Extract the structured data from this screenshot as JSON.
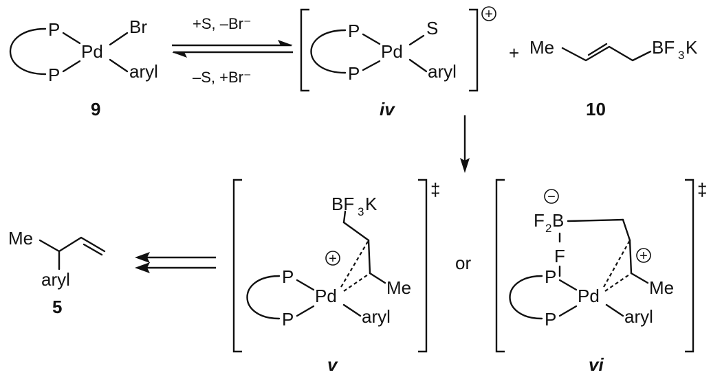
{
  "scheme": {
    "atoms": {
      "P": "P",
      "Pd": "Pd",
      "Br": "Br",
      "S": "S",
      "aryl": "aryl",
      "Me": "Me",
      "B": "B",
      "F": "F",
      "F2": "F",
      "two": "2",
      "three": "3",
      "K": "K",
      "BF": "BF"
    },
    "conditions": {
      "forward": "+S, –Br⁻",
      "reverse": "–S, +Br⁻"
    },
    "connectors": {
      "plus": "+",
      "or": "or"
    },
    "charges": {
      "plus": "+",
      "minus": "−",
      "dagger": "‡"
    },
    "labels": {
      "c9": "9",
      "civ": "iv",
      "c10": "10",
      "c5": "5",
      "cv": "v",
      "cvi": "vi"
    }
  }
}
